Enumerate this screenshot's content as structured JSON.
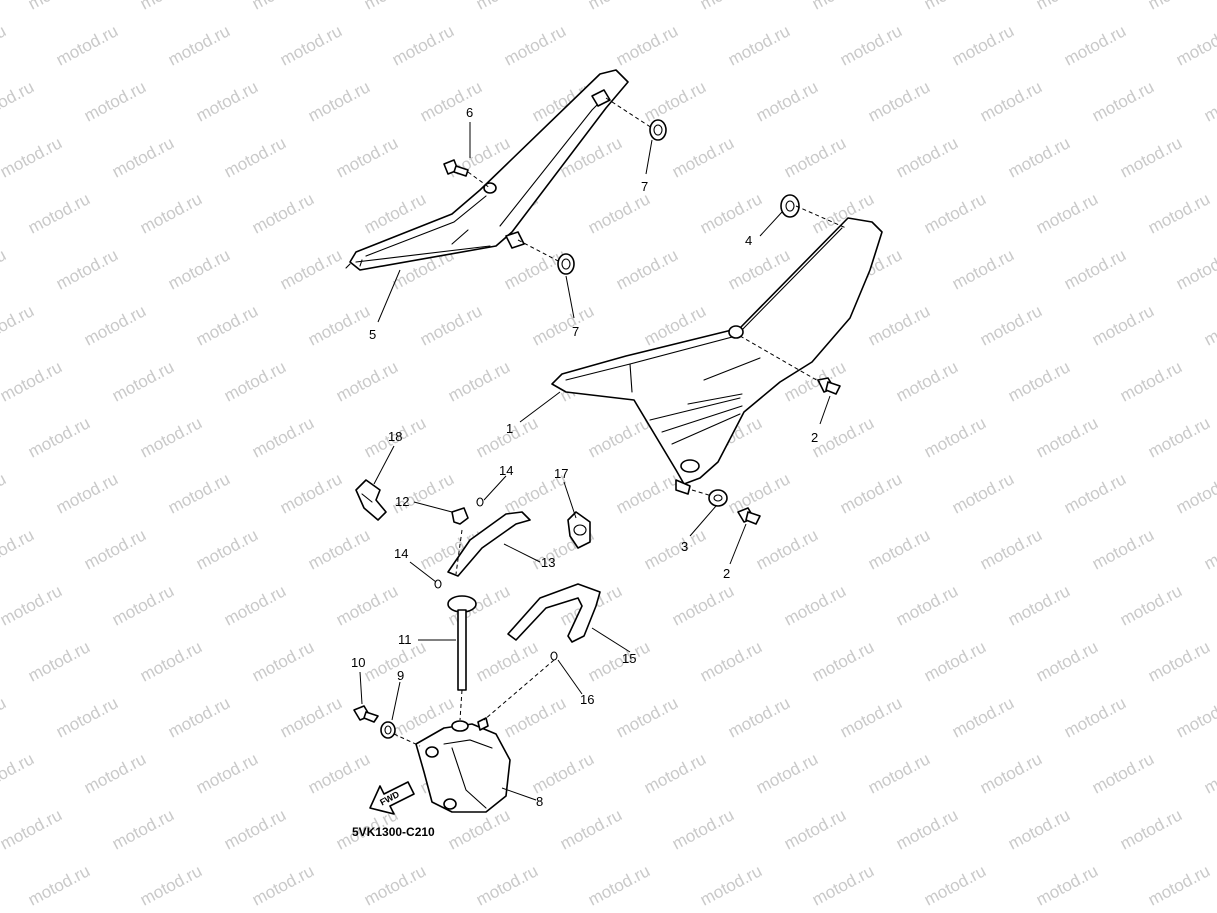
{
  "watermark": {
    "text": "motod.ru",
    "color": "#c9c9c9"
  },
  "diagram": {
    "code": "5VK1300-C210",
    "fwd_label": "FWD",
    "callouts": {
      "c1": "1",
      "c2a": "2",
      "c2b": "2",
      "c3": "3",
      "c4": "4",
      "c5": "5",
      "c6": "6",
      "c7a": "7",
      "c7b": "7",
      "c8": "8",
      "c9": "9",
      "c10": "10",
      "c11": "11",
      "c12": "12",
      "c13": "13",
      "c14a": "14",
      "c14b": "14",
      "c15": "15",
      "c16": "16",
      "c17": "17",
      "c18": "18"
    }
  }
}
